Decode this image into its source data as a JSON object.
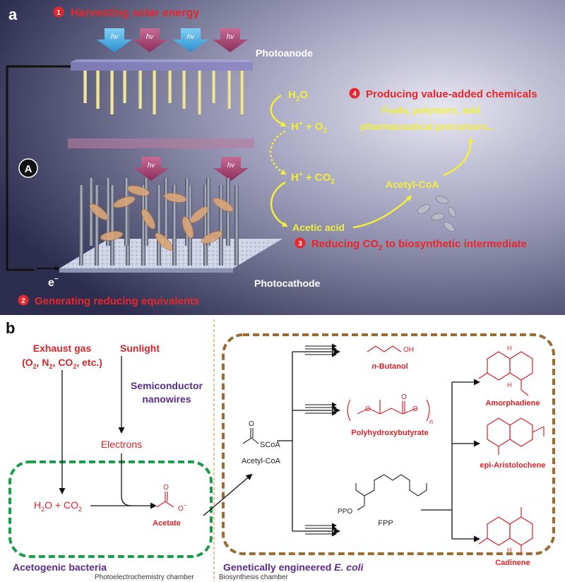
{
  "panel_a": {
    "label": "a",
    "steps": {
      "s1": {
        "num": "1",
        "text": "Harvesting solar energy"
      },
      "s2": {
        "num": "2",
        "text": "Generating reducing equivalents"
      },
      "s3": {
        "num": "3",
        "text_main": "Reducing CO",
        "text_sub": "2",
        "text_tail": " to biosynthetic intermediate"
      },
      "s4": {
        "num": "4",
        "text": "Producing value-added chemicals"
      }
    },
    "photon_label": "hv",
    "photoanode": "Photoanode",
    "photocathode": "Photocathode",
    "ammeter": "A",
    "electron_main": "e",
    "electron_sup": "−",
    "h2o_main": "H",
    "h2o_sub": "2",
    "h2o_tail": "O",
    "hp_o2_main": "H",
    "hp_o2_sup": "+",
    "hp_o2_mid": " + O",
    "hp_o2_sub": "2",
    "hp_co2_main": "H",
    "hp_co2_sup": "+",
    "hp_co2_mid": " + CO",
    "hp_co2_sub": "2",
    "acetic_acid": "Acetic acid",
    "acetyl_coa": "Acetyl-CoA",
    "products_line1": "Fuels, polymers, and",
    "products_line2": "pharmaceutical precursors..."
  },
  "panel_b": {
    "label": "b",
    "exhaust_l1": "Exhaust gas",
    "exhaust_l2_a": "(O",
    "exhaust_l2_s1": "2",
    "exhaust_l2_b": ", N",
    "exhaust_l2_s2": "2",
    "exhaust_l2_c": ", CO",
    "exhaust_l2_s3": "2",
    "exhaust_l2_d": ", etc.)",
    "sunlight": "Sunlight",
    "semiconductor_l1": "Semiconductor",
    "semiconductor_l2": "nanowires",
    "electrons": "Electrons",
    "h2o_co2_a": "H",
    "h2o_co2_s1": "2",
    "h2o_co2_b": "O + CO",
    "h2o_co2_s2": "2",
    "acetate": "Acetate",
    "acetate_charge": "O",
    "acetogenic": "Acetogenic bacteria",
    "genetically": "Genetically engineered ",
    "ecoli": "E. coli",
    "acetyl_coa": "Acetyl-CoA",
    "scoa": "SCoA",
    "fpp": "FPP",
    "ppo": "PPO",
    "n_butanol_italic": "n",
    "n_butanol_rest": "-Butanol",
    "oh": "OH",
    "polyhydroxybutyrate": "Polyhydroxybutyrate",
    "poly_n": "n",
    "amorphadiene": "Amorphadiene",
    "epi_aristolochene": "epi-Aristolochene",
    "cadinene": "Cadinene",
    "h_atom": "H",
    "o_atom": "O",
    "chamber_left": "Photoelectrochemistry chamber",
    "chamber_right": "Biosynthesis chamber"
  },
  "colors": {
    "step_red": "#e8262b",
    "yellow": "#f2ee3a",
    "purple": "#5b2b8a",
    "green_box": "#1b9c4a",
    "brown_box": "#9a6b32",
    "product_red": "#d8232a",
    "divider_orange": "#f3a36b"
  }
}
